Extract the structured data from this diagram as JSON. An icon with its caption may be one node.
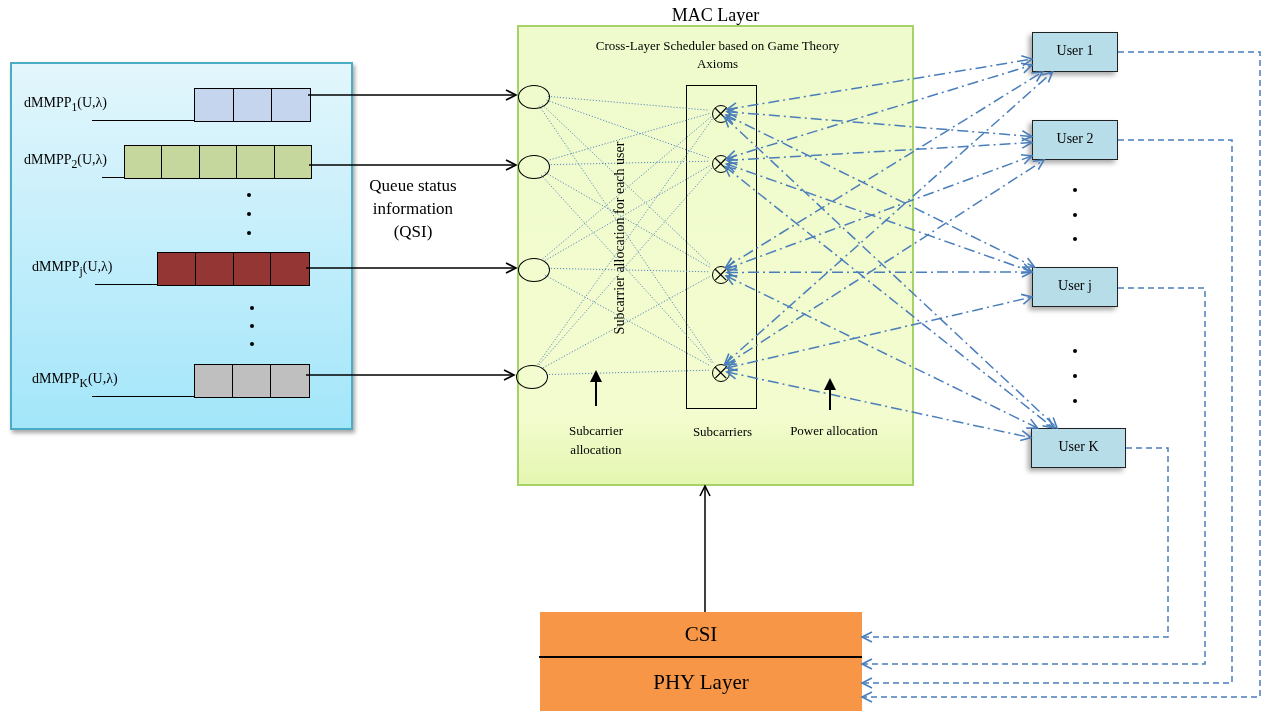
{
  "diagram": {
    "nodes": [
      {
        "text": [],
        "shape": "box"
      },
      {
        "text": [
          "dMMPP$_{1}$(U,λ)"
        ],
        "in": 0
      },
      {
        "text": [
          "dMMPP$_{2}$(U,λ)"
        ],
        "in": 0
      },
      {
        "text": [
          "dMMPP$_{j}$(U,λ)"
        ],
        "in": 0
      },
      {
        "text": [
          "dMMPP$_{K}$(U,λ)"
        ],
        "in": 0
      },
      {
        "text": [
          "MAC Layer",
          "Cross-Layer Scheduler based on Game Theory Axioms"
        ]
      },
      {
        "text": [],
        "shape": "circle",
        "in": 5
      },
      {
        "text": [],
        "shape": "circle",
        "in": 5
      },
      {
        "text": [],
        "shape": "circle",
        "in": 5
      },
      {
        "text": [],
        "shape": "circle",
        "in": 5
      },
      {
        "text": [
          "Subcarriers"
        ],
        "in": 5
      },
      {
        "text": [],
        "shape": "circle",
        "in": 10
      },
      {
        "text": [],
        "shape": "circle",
        "in": 10
      },
      {
        "text": [],
        "shape": "circle",
        "in": 10
      },
      {
        "text": [],
        "shape": "circle",
        "in": 10
      },
      {
        "text": [
          "User 1"
        ]
      },
      {
        "text": [
          "User 2"
        ]
      },
      {
        "text": [
          "User j"
        ]
      },
      {
        "text": [
          "User K"
        ]
      },
      {
        "text": [
          "CSI",
          "PHY Layer"
        ]
      }
    ],
    "edges": [
      {
        "from": 1,
        "to": 6,
        "arrow": "to",
        "color": "#000000"
      },
      {
        "from": 2,
        "to": 7,
        "arrow": "to",
        "color": "#000000"
      },
      {
        "from": 3,
        "to": 8,
        "arrow": "to",
        "color": "#000000"
      },
      {
        "from": 4,
        "to": 9,
        "arrow": "to",
        "color": "#000000"
      },
      {
        "from": 6,
        "to": 11,
        "arrow": "none",
        "style": "dashed"
      },
      {
        "from": 6,
        "to": 12,
        "arrow": "none",
        "style": "dashed"
      },
      {
        "from": 6,
        "to": 13,
        "arrow": "none",
        "style": "dashed"
      },
      {
        "from": 6,
        "to": 14,
        "arrow": "none",
        "style": "dashed"
      },
      {
        "from": 7,
        "to": 11,
        "arrow": "none",
        "style": "dashed"
      },
      {
        "from": 7,
        "to": 12,
        "arrow": "none",
        "style": "dashed"
      },
      {
        "from": 7,
        "to": 13,
        "arrow": "none",
        "style": "dashed"
      },
      {
        "from": 7,
        "to": 14,
        "arrow": "none",
        "style": "dashed"
      },
      {
        "from": 8,
        "to": 11,
        "arrow": "none",
        "style": "dashed"
      },
      {
        "from": 8,
        "to": 12,
        "arrow": "none",
        "style": "dashed"
      },
      {
        "from": 8,
        "to": 13,
        "arrow": "none",
        "style": "dashed"
      },
      {
        "from": 8,
        "to": 14,
        "arrow": "none",
        "style": "dashed"
      },
      {
        "from": 9,
        "to": 11,
        "arrow": "none",
        "style": "dashed"
      },
      {
        "from": 9,
        "to": 12,
        "arrow": "none",
        "style": "dashed"
      },
      {
        "from": 9,
        "to": 13,
        "arrow": "none",
        "style": "dashed"
      },
      {
        "from": 9,
        "to": 14,
        "arrow": "none",
        "style": "dashed"
      },
      {
        "from": 11,
        "to": 15,
        "arrow": "both",
        "style": "dashed"
      },
      {
        "from": 11,
        "to": 16,
        "arrow": "both",
        "style": "dashed"
      },
      {
        "from": 11,
        "to": 17,
        "arrow": "both",
        "style": "dashed"
      },
      {
        "from": 11,
        "to": 18,
        "arrow": "both",
        "style": "dashed"
      },
      {
        "from": 12,
        "to": 15,
        "arrow": "both",
        "style": "dashed"
      },
      {
        "from": 12,
        "to": 16,
        "arrow": "both",
        "style": "dashed"
      },
      {
        "from": 12,
        "to": 17,
        "arrow": "both",
        "style": "dashed"
      },
      {
        "from": 12,
        "to": 18,
        "arrow": "both",
        "style": "dashed"
      },
      {
        "from": 13,
        "to": 15,
        "arrow": "both",
        "style": "dashed"
      },
      {
        "from": 13,
        "to": 16,
        "arrow": "both",
        "style": "dashed"
      },
      {
        "from": 13,
        "to": 17,
        "arrow": "both",
        "style": "dashed"
      },
      {
        "from": 13,
        "to": 18,
        "arrow": "both",
        "style": "dashed"
      },
      {
        "from": 14,
        "to": 15,
        "arrow": "both",
        "style": "dashed"
      },
      {
        "from": 14,
        "to": 16,
        "arrow": "both",
        "style": "dashed"
      },
      {
        "from": 14,
        "to": 17,
        "arrow": "both",
        "style": "dashed"
      },
      {
        "from": 14,
        "to": 18,
        "arrow": "both",
        "style": "dashed"
      },
      {
        "from": 15,
        "to": 19,
        "arrow": "to",
        "style": "dashed"
      },
      {
        "from": 16,
        "to": 19,
        "arrow": "to",
        "style": "dashed"
      },
      {
        "from": 17,
        "to": 19,
        "arrow": "to",
        "style": "dashed"
      },
      {
        "from": 18,
        "to": 19,
        "arrow": "to",
        "style": "dashed"
      },
      {
        "from": 19,
        "to": 5,
        "arrow": "to",
        "color": "#000000"
      }
    ],
    "labels": [
      "Queue status information (QSI)",
      "Subcarrier allocation for each user",
      "Subcarrier allocation",
      "Power allocation"
    ]
  }
}
